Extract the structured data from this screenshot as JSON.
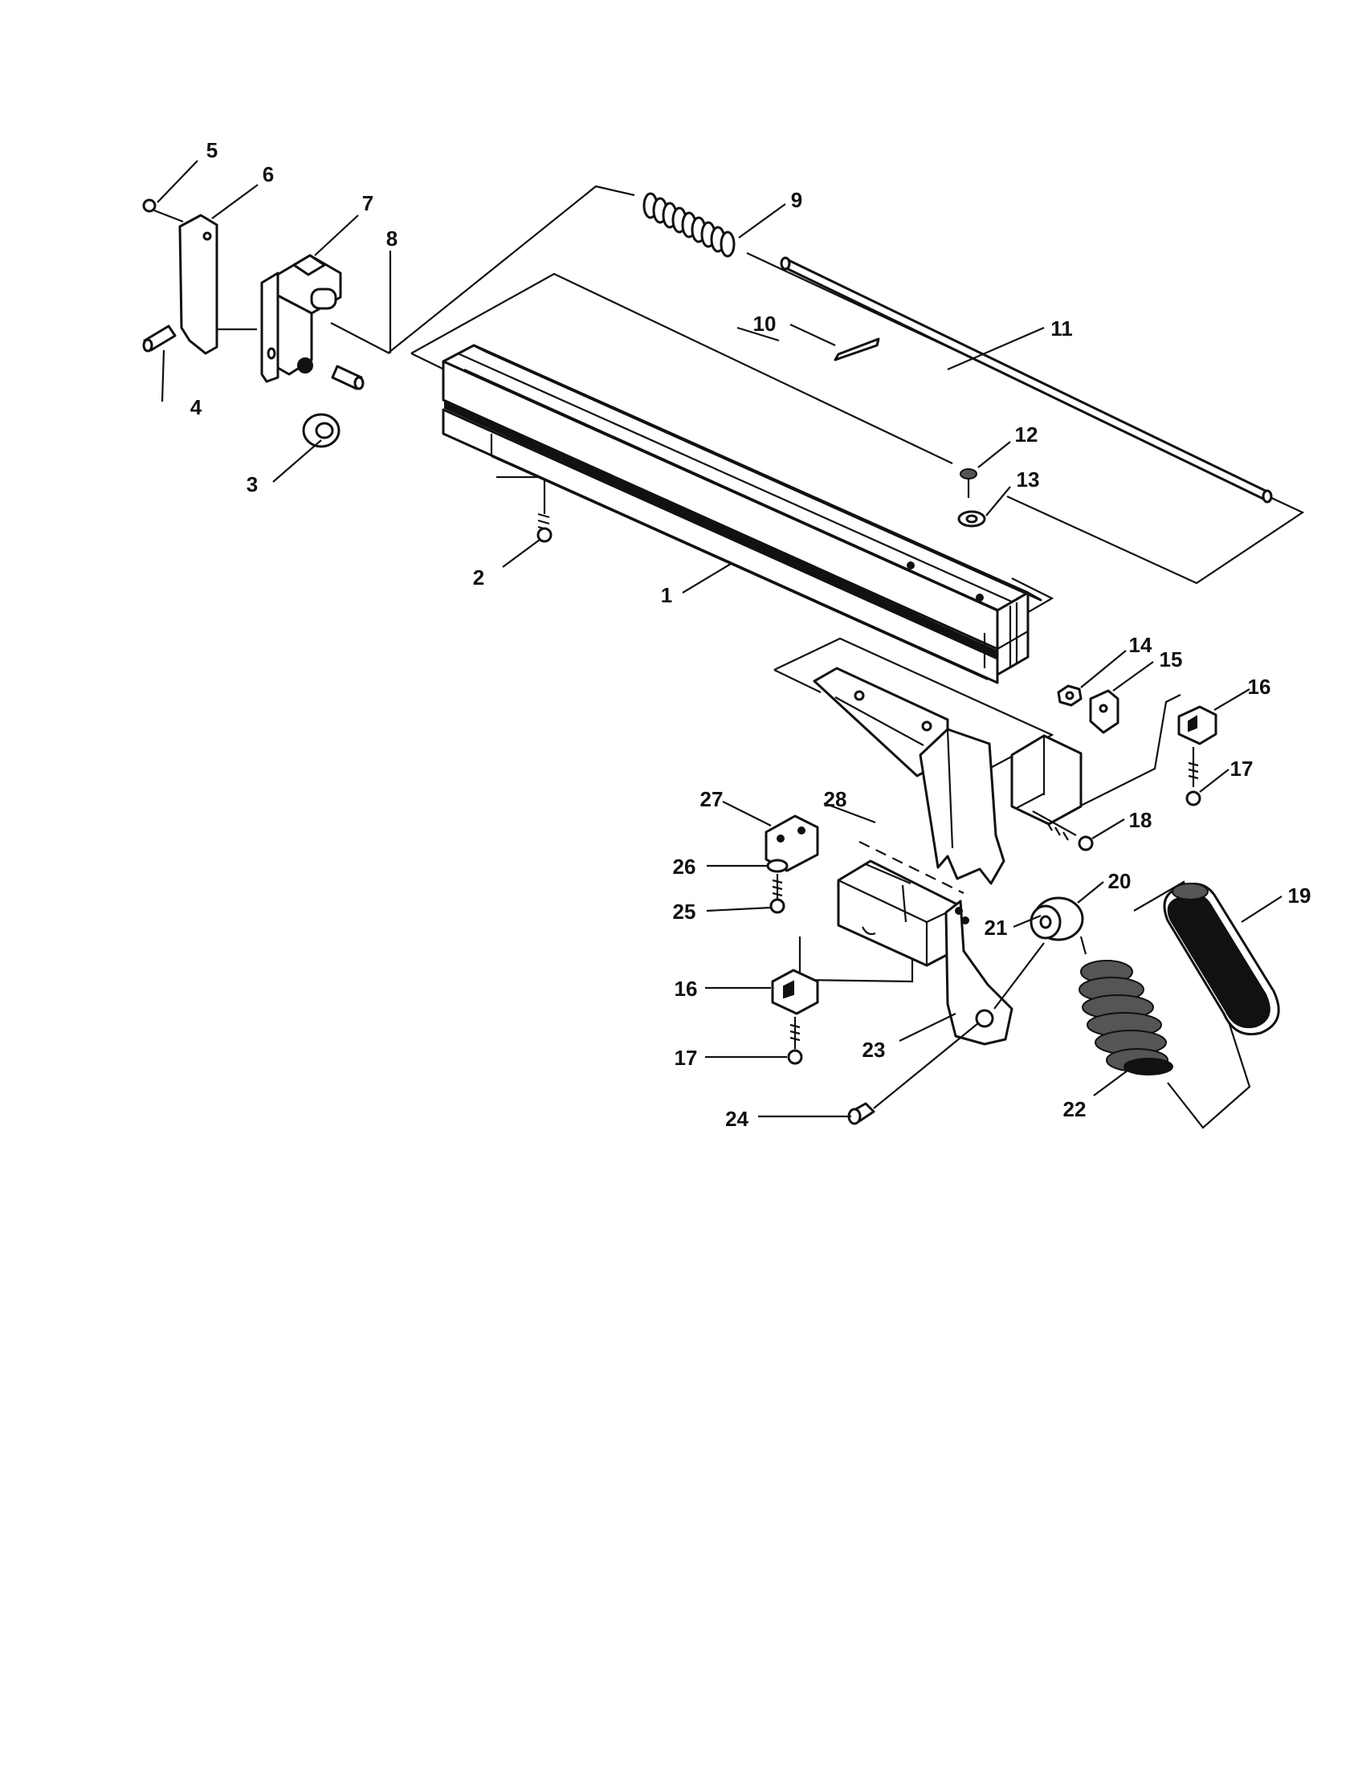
{
  "diagram": {
    "type": "exploded-parts-view",
    "callouts": [
      {
        "id": "1",
        "label": "1"
      },
      {
        "id": "2",
        "label": "2"
      },
      {
        "id": "3",
        "label": "3"
      },
      {
        "id": "4",
        "label": "4"
      },
      {
        "id": "5",
        "label": "5"
      },
      {
        "id": "6",
        "label": "6"
      },
      {
        "id": "7",
        "label": "7"
      },
      {
        "id": "8",
        "label": "8"
      },
      {
        "id": "9",
        "label": "9"
      },
      {
        "id": "10",
        "label": "10"
      },
      {
        "id": "11",
        "label": "11"
      },
      {
        "id": "12",
        "label": "12"
      },
      {
        "id": "13",
        "label": "13"
      },
      {
        "id": "14",
        "label": "14"
      },
      {
        "id": "15",
        "label": "15"
      },
      {
        "id": "16a",
        "label": "16"
      },
      {
        "id": "17a",
        "label": "17"
      },
      {
        "id": "18",
        "label": "18"
      },
      {
        "id": "19",
        "label": "19"
      },
      {
        "id": "20",
        "label": "20"
      },
      {
        "id": "21",
        "label": "21"
      },
      {
        "id": "22",
        "label": "22"
      },
      {
        "id": "23",
        "label": "23"
      },
      {
        "id": "24",
        "label": "24"
      },
      {
        "id": "25",
        "label": "25"
      },
      {
        "id": "26",
        "label": "26"
      },
      {
        "id": "27",
        "label": "27"
      },
      {
        "id": "28",
        "label": "28"
      },
      {
        "id": "16b",
        "label": "16"
      },
      {
        "id": "17b",
        "label": "17"
      }
    ]
  }
}
